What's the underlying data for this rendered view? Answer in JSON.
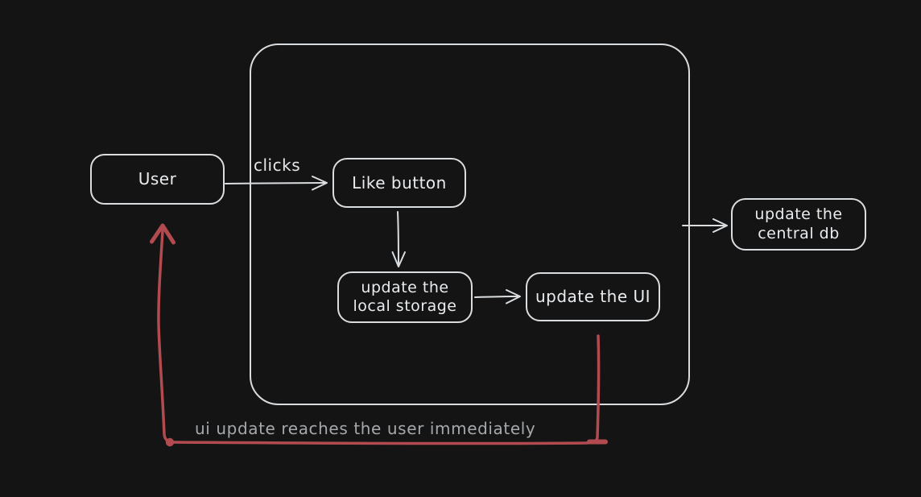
{
  "diagram": {
    "type": "flowchart",
    "style": "hand-drawn dark canvas",
    "canvas_bg": "#141414",
    "stroke_color": "#dadde0",
    "text_color": "#e9ecef",
    "accent_red": "#b24b4f",
    "annotation_text_color": "#a6a9ac",
    "nodes": {
      "user": {
        "label": "User"
      },
      "like_button": {
        "label": "Like button"
      },
      "local_storage": {
        "line1": "update the",
        "line2": "local storage"
      },
      "update_ui": {
        "label": "update the UI"
      },
      "central_db": {
        "line1": "update the",
        "line2": "central db"
      }
    },
    "container": {
      "contains": [
        "Like button",
        "update the local storage",
        "update the UI"
      ]
    },
    "edge_labels": {
      "clicks": "clicks"
    },
    "annotation": {
      "text": "ui update reaches the user immediately",
      "color": "#b24b4f"
    },
    "edges": [
      {
        "from": "User",
        "to": "Like button",
        "label": "clicks",
        "color": "#dadde0"
      },
      {
        "from": "Like button",
        "to": "update the local storage",
        "label": "",
        "color": "#dadde0"
      },
      {
        "from": "update the local storage",
        "to": "update the UI",
        "label": "",
        "color": "#dadde0"
      },
      {
        "from": "container",
        "to": "update the central db",
        "label": "",
        "color": "#dadde0"
      },
      {
        "from": "update the UI",
        "to": "User",
        "label": "ui update reaches the user immediately",
        "color": "#b24b4f"
      }
    ]
  }
}
